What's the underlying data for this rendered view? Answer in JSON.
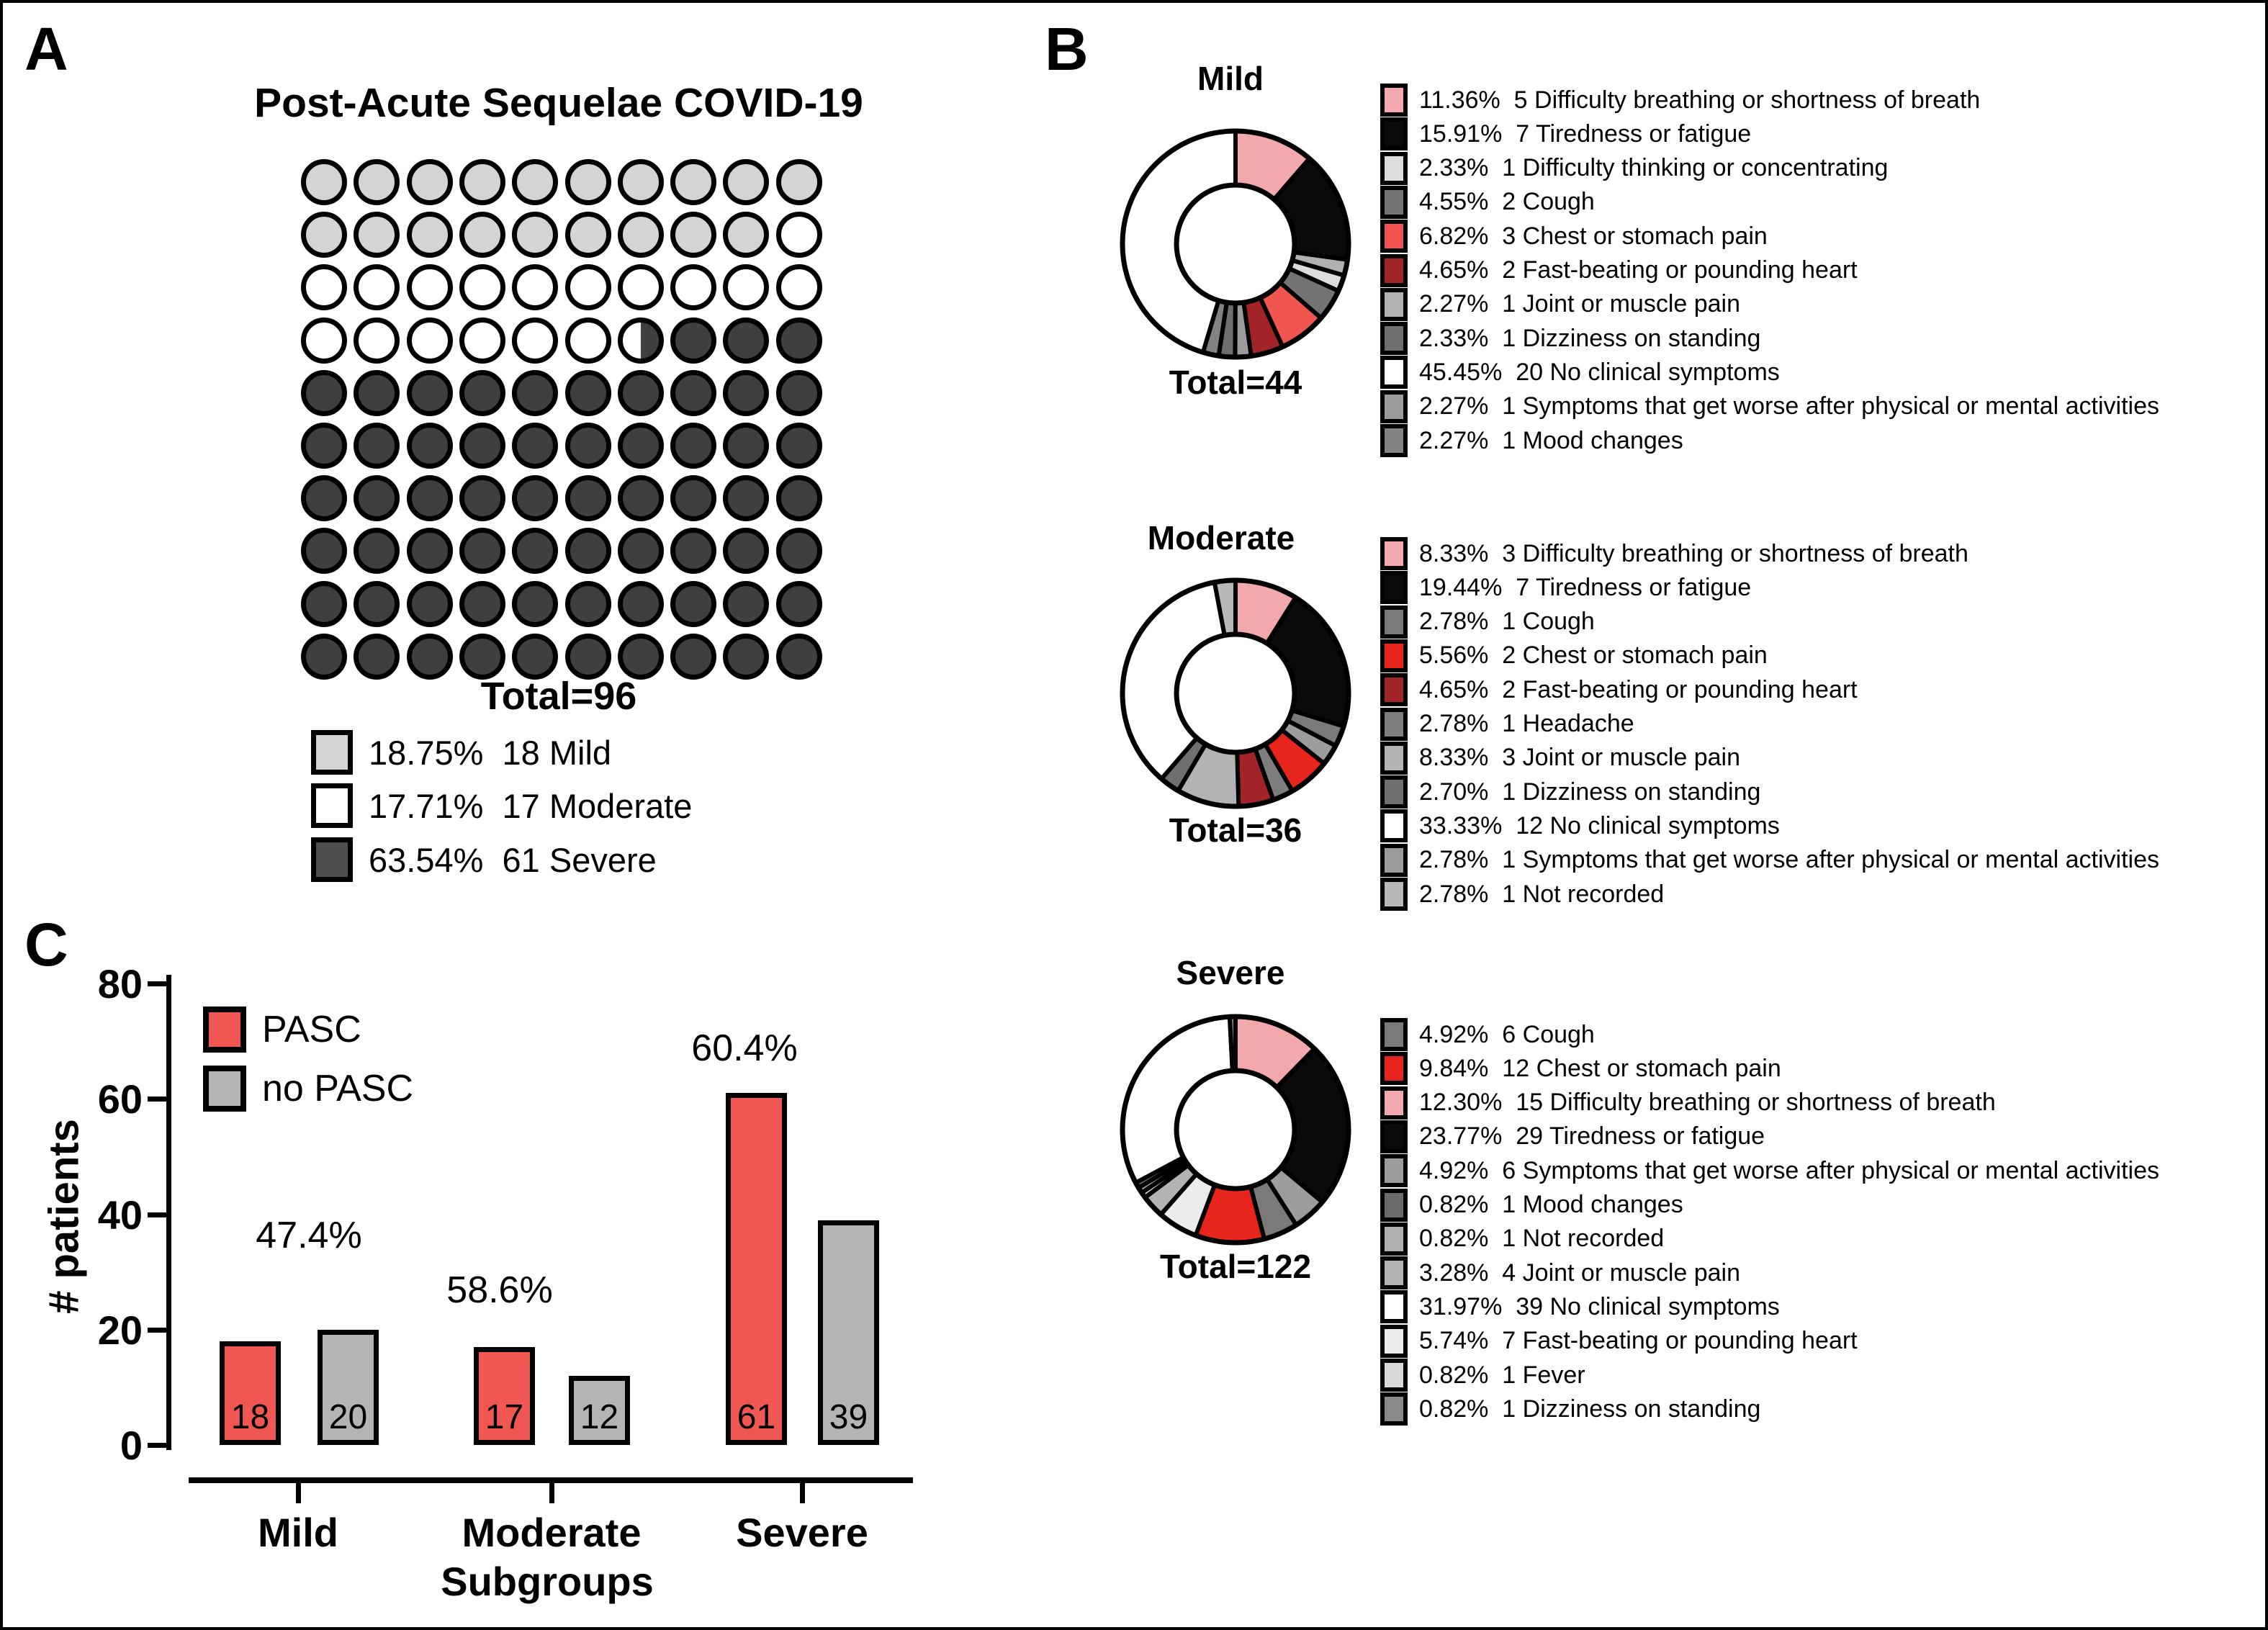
{
  "panelA": {
    "letter": "A",
    "title": "Post-Acute Sequelae COVID-19",
    "total_label": "Total=96",
    "dot_colors": {
      "L": "#d4d4d4",
      "W": "#ffffff",
      "D": "#3f3f3f"
    },
    "grid": [
      "LLLLLLLLLL",
      "LLLLLLLLLW",
      "WWWWWWWWWW",
      "WWWWWWSDDD",
      "DDDDDDDDDD",
      "DDDDDDDDDD",
      "DDDDDDDDDD",
      "DDDDDDDDDD",
      "DDDDDDDDDD",
      "DDDDDDDDDD"
    ],
    "legend": [
      {
        "pct": "18.75%",
        "count": 18,
        "label": "Mild",
        "color": "#d4d4d4"
      },
      {
        "pct": "17.71%",
        "count": 17,
        "label": "Moderate",
        "color": "#ffffff"
      },
      {
        "pct": "63.54%",
        "count": 61,
        "label": "Severe",
        "color": "#4f4f4f"
      }
    ]
  },
  "panelB": {
    "letter": "B",
    "donuts": [
      {
        "title": "Mild",
        "total_label": "Total=44",
        "legend": [
          {
            "pct": "11.36%",
            "count": 5,
            "label": "Difficulty breathing or shortness of breath",
            "color": "#f3a8ac",
            "value": 11.36
          },
          {
            "pct": "15.91%",
            "count": 7,
            "label": "Tiredness or fatigue",
            "color": "#0a0a0a",
            "value": 15.91
          },
          {
            "pct": "2.33%",
            "count": 1,
            "label": "Difficulty thinking or concentrating",
            "color": "#dcdcdc",
            "value": 2.33
          },
          {
            "pct": "4.55%",
            "count": 2,
            "label": "Cough",
            "color": "#747474",
            "value": 4.55
          },
          {
            "pct": "6.82%",
            "count": 3,
            "label": "Chest or stomach pain",
            "color": "#f0554f",
            "value": 6.82
          },
          {
            "pct": "4.65%",
            "count": 2,
            "label": "Fast-beating or pounding heart",
            "color": "#a32428",
            "value": 4.65
          },
          {
            "pct": "2.27%",
            "count": 1,
            "label": "Joint or muscle pain",
            "color": "#b1b1b4",
            "value": 2.27
          },
          {
            "pct": "2.33%",
            "count": 1,
            "label": "Dizziness on standing",
            "color": "#6f6f6f",
            "value": 2.33
          },
          {
            "pct": "45.45%",
            "count": 20,
            "label": "No clinical symptoms",
            "color": "#ffffff",
            "value": 45.45
          },
          {
            "pct": "2.27%",
            "count": 1,
            "label": "Symptoms that get worse after physical or mental activities",
            "color": "#9c9c9f",
            "value": 2.27
          },
          {
            "pct": "2.27%",
            "count": 1,
            "label": "Mood changes",
            "color": "#828282",
            "value": 2.27
          }
        ],
        "plot_order": [
          0,
          1,
          6,
          2,
          3,
          4,
          5,
          9,
          7,
          10,
          8
        ]
      },
      {
        "title": "Moderate",
        "total_label": "Total=36",
        "legend": [
          {
            "pct": "8.33%",
            "count": 3,
            "label": "Difficulty breathing or shortness of breath",
            "color": "#f3a8ac",
            "value": 8.33
          },
          {
            "pct": "19.44%",
            "count": 7,
            "label": "Tiredness or fatigue",
            "color": "#0a0a0a",
            "value": 19.44
          },
          {
            "pct": "2.78%",
            "count": 1,
            "label": "Cough",
            "color": "#7a7a7a",
            "value": 2.78
          },
          {
            "pct": "5.56%",
            "count": 2,
            "label": "Chest or stomach pain",
            "color": "#e8251d",
            "value": 5.56
          },
          {
            "pct": "4.65%",
            "count": 2,
            "label": "Fast-beating or pounding heart",
            "color": "#a32428",
            "value": 4.65
          },
          {
            "pct": "2.78%",
            "count": 1,
            "label": "Headache",
            "color": "#7d7d7d",
            "value": 2.78
          },
          {
            "pct": "8.33%",
            "count": 3,
            "label": "Joint or muscle pain",
            "color": "#b3b3b6",
            "value": 8.33
          },
          {
            "pct": "2.70%",
            "count": 1,
            "label": "Dizziness on standing",
            "color": "#6f6f6f",
            "value": 2.7
          },
          {
            "pct": "33.33%",
            "count": 12,
            "label": "No clinical symptoms",
            "color": "#ffffff",
            "value": 33.33
          },
          {
            "pct": "2.78%",
            "count": 1,
            "label": "Symptoms that get worse after physical or mental activities",
            "color": "#9c9c9f",
            "value": 2.78
          },
          {
            "pct": "2.78%",
            "count": 1,
            "label": "Not recorded",
            "color": "#b8b8bb",
            "value": 2.78
          }
        ],
        "plot_order": [
          0,
          1,
          2,
          9,
          3,
          5,
          4,
          6,
          7,
          8,
          10
        ]
      },
      {
        "title": "Severe",
        "total_label": "Total=122",
        "legend": [
          {
            "pct": "4.92%",
            "count": 6,
            "label": "Cough",
            "color": "#7a7a7a",
            "value": 4.92
          },
          {
            "pct": "9.84%",
            "count": 12,
            "label": "Chest or stomach pain",
            "color": "#e8251d",
            "value": 9.84
          },
          {
            "pct": "12.30%",
            "count": 15,
            "label": "Difficulty breathing or shortness of breath",
            "color": "#f3a8ac",
            "value": 12.3
          },
          {
            "pct": "23.77%",
            "count": 29,
            "label": "Tiredness or fatigue",
            "color": "#0a0a0a",
            "value": 23.77
          },
          {
            "pct": "4.92%",
            "count": 6,
            "label": "Symptoms that get worse after physical or mental activities",
            "color": "#9c9c9f",
            "value": 4.92
          },
          {
            "pct": "0.82%",
            "count": 1,
            "label": "Mood changes",
            "color": "#6a6a6a",
            "value": 0.82
          },
          {
            "pct": "0.82%",
            "count": 1,
            "label": "Not recorded",
            "color": "#b0b0b3",
            "value": 0.82
          },
          {
            "pct": "3.28%",
            "count": 4,
            "label": "Joint or muscle pain",
            "color": "#b3b3b6",
            "value": 3.28
          },
          {
            "pct": "31.97%",
            "count": 39,
            "label": "No clinical symptoms",
            "color": "#ffffff",
            "value": 31.97
          },
          {
            "pct": "5.74%",
            "count": 7,
            "label": "Fast-beating or pounding heart",
            "color": "#ececec",
            "value": 5.74
          },
          {
            "pct": "0.82%",
            "count": 1,
            "label": "Fever",
            "color": "#d9d9d9",
            "value": 0.82
          },
          {
            "pct": "0.82%",
            "count": 1,
            "label": "Dizziness on standing",
            "color": "#8a8a8a",
            "value": 0.82
          }
        ],
        "plot_order": [
          2,
          3,
          4,
          0,
          1,
          9,
          7,
          10,
          6,
          5,
          8,
          11
        ]
      }
    ]
  },
  "panelC": {
    "letter": "C",
    "ylabel": "# patients",
    "xlabel": "Subgroups",
    "yticks": [
      0,
      20,
      40,
      60,
      80
    ],
    "legend": [
      {
        "label": "PASC",
        "color": "#f05753"
      },
      {
        "label": "no PASC",
        "color": "#b4b4b6"
      }
    ],
    "groups": [
      {
        "name": "Mild",
        "pasc": 18,
        "no_pasc": 20,
        "pct_label": "47.4%"
      },
      {
        "name": "Moderate",
        "pasc": 17,
        "no_pasc": 12,
        "pct_label": "58.6%"
      },
      {
        "name": "Severe",
        "pasc": 61,
        "no_pasc": 39,
        "pct_label": "60.4%"
      }
    ]
  },
  "chart_data": [
    {
      "type": "pie",
      "subtype": "waffle-parts-of-whole",
      "title": "Post-Acute Sequelae COVID-19",
      "total": 96,
      "total_label": "Total=96",
      "categories": [
        "Mild",
        "Moderate",
        "Severe"
      ],
      "counts": [
        18,
        17,
        61
      ],
      "percents": [
        18.75,
        17.71,
        63.54
      ],
      "colors": [
        "#d4d4d4",
        "#ffffff",
        "#3f3f3f"
      ],
      "layout": "10x10 dot grid, fractional dot split between Moderate and Severe"
    },
    {
      "type": "pie",
      "subtype": "donut",
      "title": "Mild",
      "total": 44,
      "labels": [
        "Difficulty breathing or shortness of breath",
        "Tiredness or fatigue",
        "Difficulty thinking or concentrating",
        "Cough",
        "Chest or stomach pain",
        "Fast-beating or pounding heart",
        "Joint or muscle pain",
        "Dizziness on standing",
        "No clinical symptoms",
        "Symptoms that get worse after physical or mental activities",
        "Mood changes"
      ],
      "counts": [
        5,
        7,
        1,
        2,
        3,
        2,
        1,
        1,
        20,
        1,
        1
      ],
      "percents": [
        11.36,
        15.91,
        2.33,
        4.55,
        6.82,
        4.65,
        2.27,
        2.33,
        45.45,
        2.27,
        2.27
      ],
      "legend_position": "right"
    },
    {
      "type": "pie",
      "subtype": "donut",
      "title": "Moderate",
      "total": 36,
      "labels": [
        "Difficulty breathing or shortness of breath",
        "Tiredness or fatigue",
        "Cough",
        "Chest or stomach pain",
        "Fast-beating or pounding heart",
        "Headache",
        "Joint or muscle pain",
        "Dizziness on standing",
        "No clinical symptoms",
        "Symptoms that get worse after physical or mental activities",
        "Not recorded"
      ],
      "counts": [
        3,
        7,
        1,
        2,
        2,
        1,
        3,
        1,
        12,
        1,
        1
      ],
      "percents": [
        8.33,
        19.44,
        2.78,
        5.56,
        4.65,
        2.78,
        8.33,
        2.7,
        33.33,
        2.78,
        2.78
      ],
      "legend_position": "right"
    },
    {
      "type": "pie",
      "subtype": "donut",
      "title": "Severe",
      "total": 122,
      "labels": [
        "Cough",
        "Chest or stomach pain",
        "Difficulty breathing or shortness of breath",
        "Tiredness or fatigue",
        "Symptoms that get worse after physical or mental activities",
        "Mood changes",
        "Not recorded",
        "Joint or muscle pain",
        "No clinical symptoms",
        "Fast-beating or pounding heart",
        "Fever",
        "Dizziness on standing"
      ],
      "counts": [
        6,
        12,
        15,
        29,
        6,
        1,
        1,
        4,
        39,
        7,
        1,
        1
      ],
      "percents": [
        4.92,
        9.84,
        12.3,
        23.77,
        4.92,
        0.82,
        0.82,
        3.28,
        31.97,
        5.74,
        0.82,
        0.82
      ],
      "legend_position": "right"
    },
    {
      "type": "bar",
      "title": "",
      "categories": [
        "Mild",
        "Moderate",
        "Severe"
      ],
      "series": [
        {
          "name": "PASC",
          "values": [
            18,
            17,
            61
          ]
        },
        {
          "name": "no PASC",
          "values": [
            20,
            12,
            39
          ]
        }
      ],
      "annotations": [
        "47.4%",
        "58.6%",
        "60.4%"
      ],
      "bar_value_labels": [
        18,
        20,
        17,
        12,
        61,
        39
      ],
      "xlabel": "Subgroups",
      "ylabel": "# patients",
      "ylim": [
        0,
        80
      ],
      "grid": false,
      "legend_position": "upper-left"
    }
  ]
}
